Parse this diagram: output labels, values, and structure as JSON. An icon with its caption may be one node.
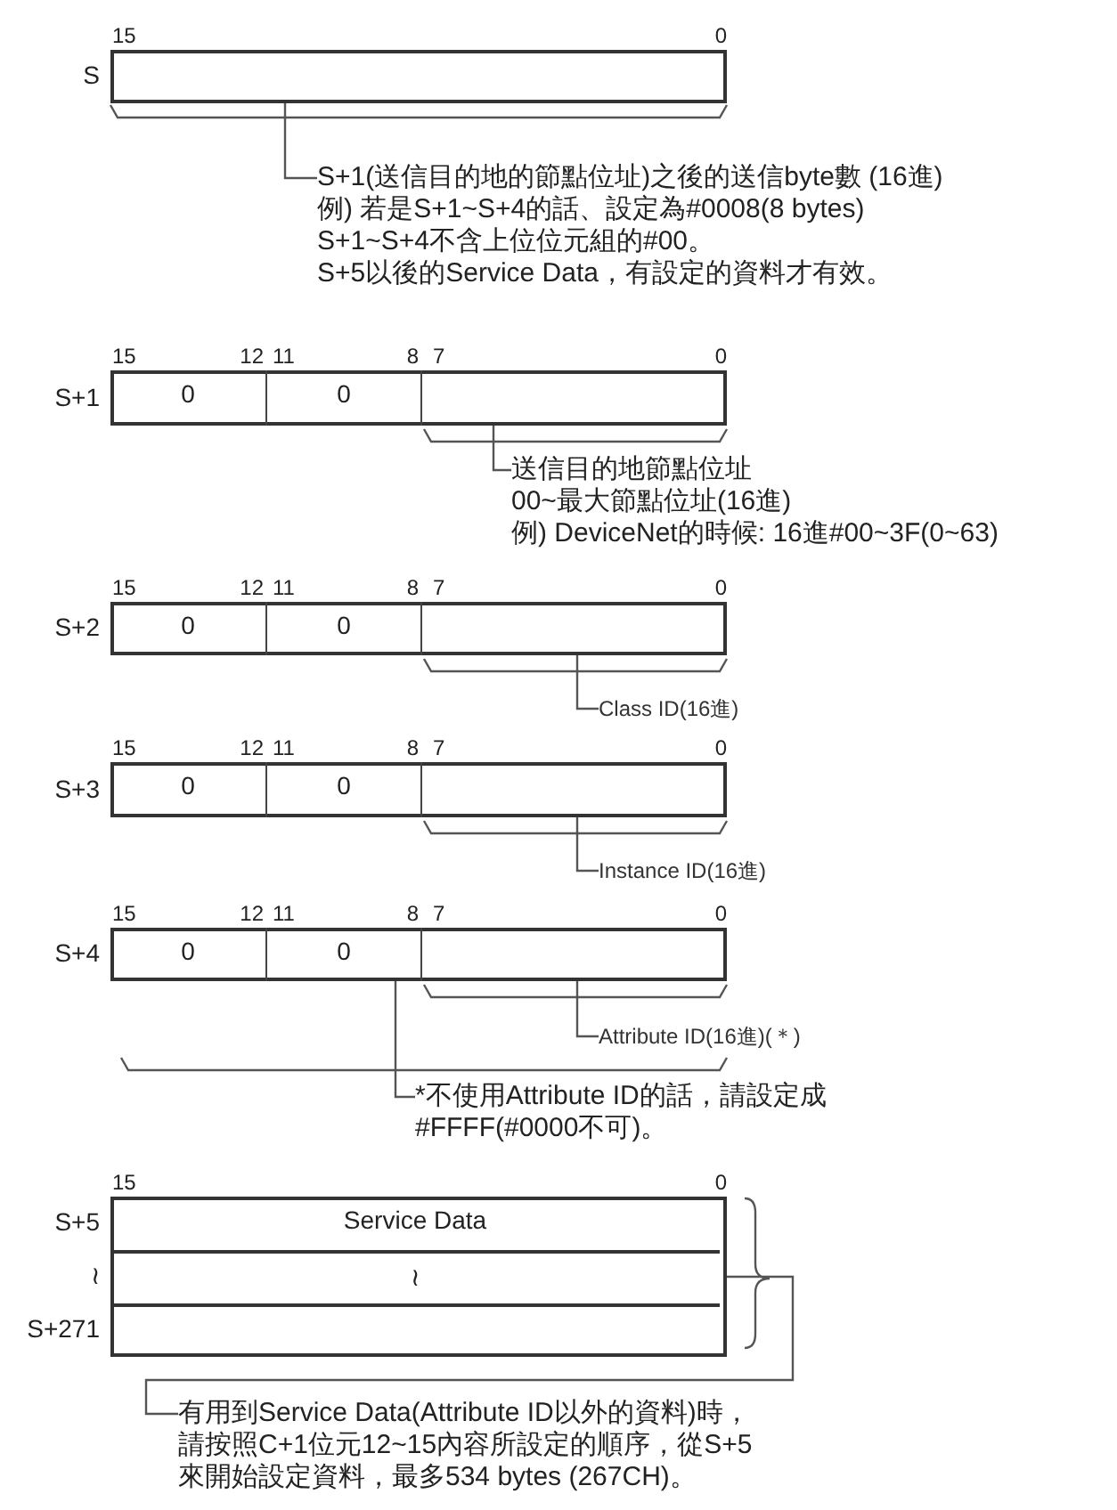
{
  "diagram": {
    "nodes": [
      {
        "text": [],
        "shape": "box",
        "beside": [
          "S"
        ]
      },
      {
        "text": [
          "S+1(送信目的地的節點位址)之後的送信byte數 (16進)",
          "例) 若是S+1~S+4的話、設定為#0008(8 bytes)",
          "S+1~S+4不含上位位元組的#00。",
          "S+5以後的Service Data，有設定的資料才有效。"
        ]
      },
      {
        "text": [],
        "shape": "box",
        "beside": [
          "S+1"
        ]
      },
      {
        "text": [
          "0"
        ],
        "in": 2
      },
      {
        "text": [
          "0"
        ],
        "in": 2
      },
      {
        "text": [],
        "shape": "box",
        "in": 2
      },
      {
        "text": [
          "送信目的地節點位址",
          "00~最大節點位址(16進)",
          "例) DeviceNet的時候: 16進#00~3F(0~63)"
        ]
      },
      {
        "text": [],
        "shape": "box",
        "beside": [
          "S+2"
        ]
      },
      {
        "text": [
          "0"
        ],
        "in": 7
      },
      {
        "text": [
          "0"
        ],
        "in": 7
      },
      {
        "text": [],
        "shape": "box",
        "in": 7
      },
      {
        "text": [
          "Class ID(16進)"
        ]
      },
      {
        "text": [],
        "shape": "box",
        "beside": [
          "S+3"
        ]
      },
      {
        "text": [
          "0"
        ],
        "in": 12
      },
      {
        "text": [
          "0"
        ],
        "in": 12
      },
      {
        "text": [],
        "shape": "box",
        "in": 12
      },
      {
        "text": [
          "Instance ID(16進)"
        ]
      },
      {
        "text": [],
        "shape": "box",
        "beside": [
          "S+4"
        ]
      },
      {
        "text": [
          "0"
        ],
        "in": 17
      },
      {
        "text": [
          "0"
        ],
        "in": 17
      },
      {
        "text": [],
        "shape": "box",
        "in": 17
      },
      {
        "text": [
          "Attribute ID(16進)(＊)"
        ]
      },
      {
        "text": [
          "*不使用Attribute ID的話，請設定成 #FFFF(#0000不可)。"
        ]
      },
      {
        "text": [],
        "shape": "box",
        "beside": [
          "S+5",
          "≀",
          "S+271"
        ]
      },
      {
        "text": [
          "Service Data"
        ],
        "in": 23
      },
      {
        "text": [
          "≀"
        ],
        "in": 23
      },
      {
        "text": [],
        "shape": "box",
        "in": 23
      },
      {
        "text": [
          "有用到Service Data(Attribute ID以外的資料)時，請按照C+1位元12~15內容所設定的順序，從S+5來開始設定資料，最多534 bytes (267CH)。"
        ]
      }
    ],
    "edges": [
      {
        "from": 1,
        "to": 0,
        "arrow": "none"
      },
      {
        "from": 6,
        "to": 5,
        "arrow": "none"
      },
      {
        "from": 11,
        "to": 10,
        "arrow": "none"
      },
      {
        "from": 16,
        "to": 15,
        "arrow": "none"
      },
      {
        "from": 21,
        "to": 20,
        "arrow": "none"
      },
      {
        "from": 22,
        "to": 17,
        "arrow": "none"
      },
      {
        "from": 27,
        "to": 23,
        "arrow": "none"
      }
    ],
    "labels": [
      "15",
      "0",
      "15",
      "12",
      "11",
      "8",
      "7",
      "0",
      "15",
      "12",
      "11",
      "8",
      "7",
      "0",
      "15",
      "12",
      "11",
      "8",
      "7",
      "0",
      "15",
      "12",
      "11",
      "8",
      "7",
      "0",
      "15",
      "0"
    ]
  }
}
